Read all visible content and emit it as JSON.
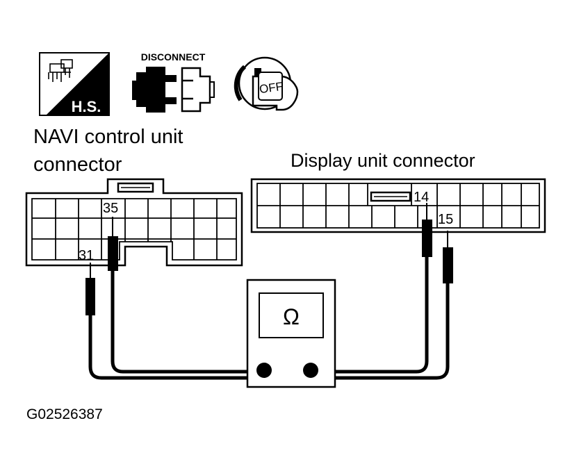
{
  "icons": {
    "harness_side": {
      "label": "H.S.",
      "icon": "harness-side-icon"
    },
    "disconnect": {
      "label": "DISCONNECT",
      "icon": "disconnect-connector-icon"
    },
    "ignition_switch": {
      "label": "OFF",
      "icon": "ignition-key-off-icon"
    }
  },
  "navi_connector": {
    "title_line1": "NAVI control unit",
    "title_line2": "connector",
    "terminal_a": "35",
    "terminal_b": "31"
  },
  "display_connector": {
    "title": "Display unit connector",
    "terminal_a": "14",
    "terminal_b": "15"
  },
  "meter": {
    "symbol": "Ω",
    "icon": "ohmmeter-icon"
  },
  "figure_code": "G02526387",
  "colors": {
    "ink": "#000000",
    "background": "#ffffff"
  }
}
